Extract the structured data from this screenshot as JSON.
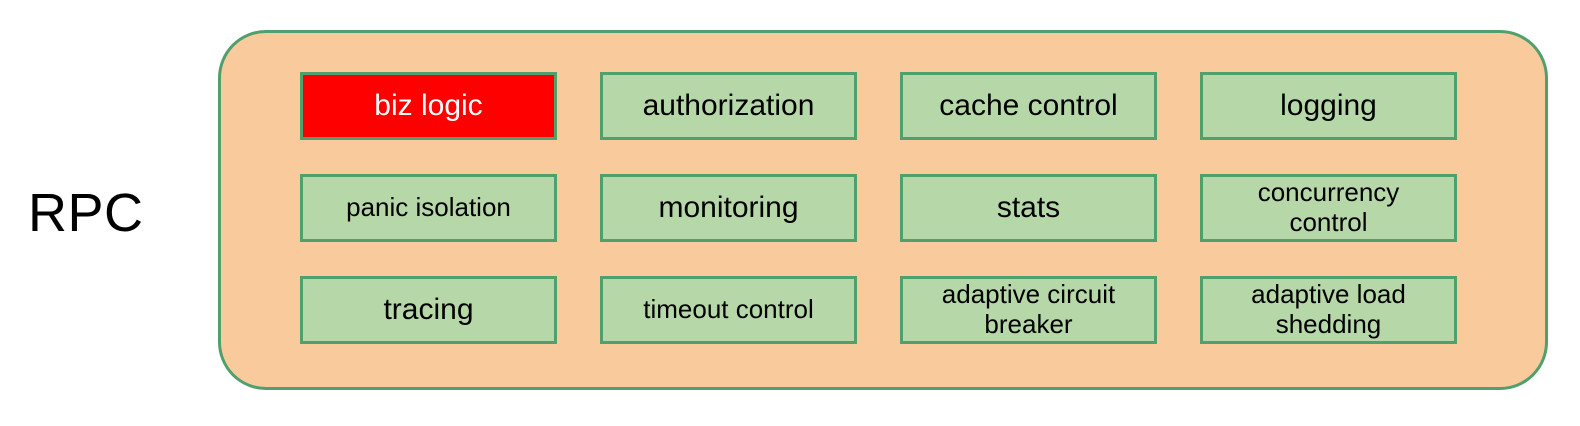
{
  "labels": {
    "rpc": "RPC"
  },
  "colors": {
    "canvas_bg": "#ffffff",
    "container_fill": "#f9cb9c",
    "container_border": "#4fa06c",
    "box_fill": "#b6d7a8",
    "box_border": "#4fa06c",
    "box_text": "#000000",
    "highlight_fill": "#ff0000",
    "highlight_text": "#ffffff"
  },
  "grid": {
    "rows": 3,
    "columns": 4,
    "boxes": [
      {
        "label": "biz logic",
        "highlighted": true
      },
      {
        "label": "authorization",
        "highlighted": false
      },
      {
        "label": "cache control",
        "highlighted": false
      },
      {
        "label": "logging",
        "highlighted": false
      },
      {
        "label": "panic isolation",
        "highlighted": false
      },
      {
        "label": "monitoring",
        "highlighted": false
      },
      {
        "label": "stats",
        "highlighted": false
      },
      {
        "label": "concurrency control",
        "highlighted": false
      },
      {
        "label": "tracing",
        "highlighted": false
      },
      {
        "label": "timeout control",
        "highlighted": false
      },
      {
        "label": "adaptive circuit breaker",
        "highlighted": false
      },
      {
        "label": "adaptive load shedding",
        "highlighted": false
      }
    ]
  }
}
